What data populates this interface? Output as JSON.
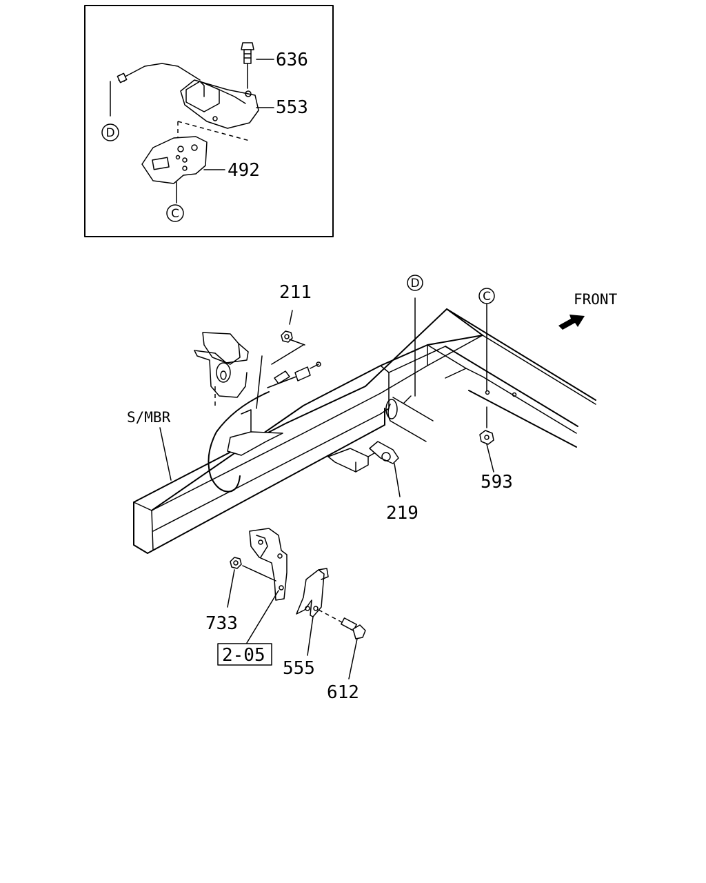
{
  "inset": {
    "callouts": {
      "p636": "636",
      "p553": "553",
      "p492": "492"
    },
    "refs": {
      "d": "D",
      "c": "C"
    }
  },
  "main": {
    "front_label": "FRONT",
    "smbr_label": "S/MBR",
    "refs": {
      "d": "D",
      "c": "C"
    },
    "callouts": {
      "p211": "211",
      "p593": "593",
      "p219": "219",
      "p733": "733",
      "ref_box": "2-05",
      "p555": "555",
      "p612": "612"
    }
  }
}
